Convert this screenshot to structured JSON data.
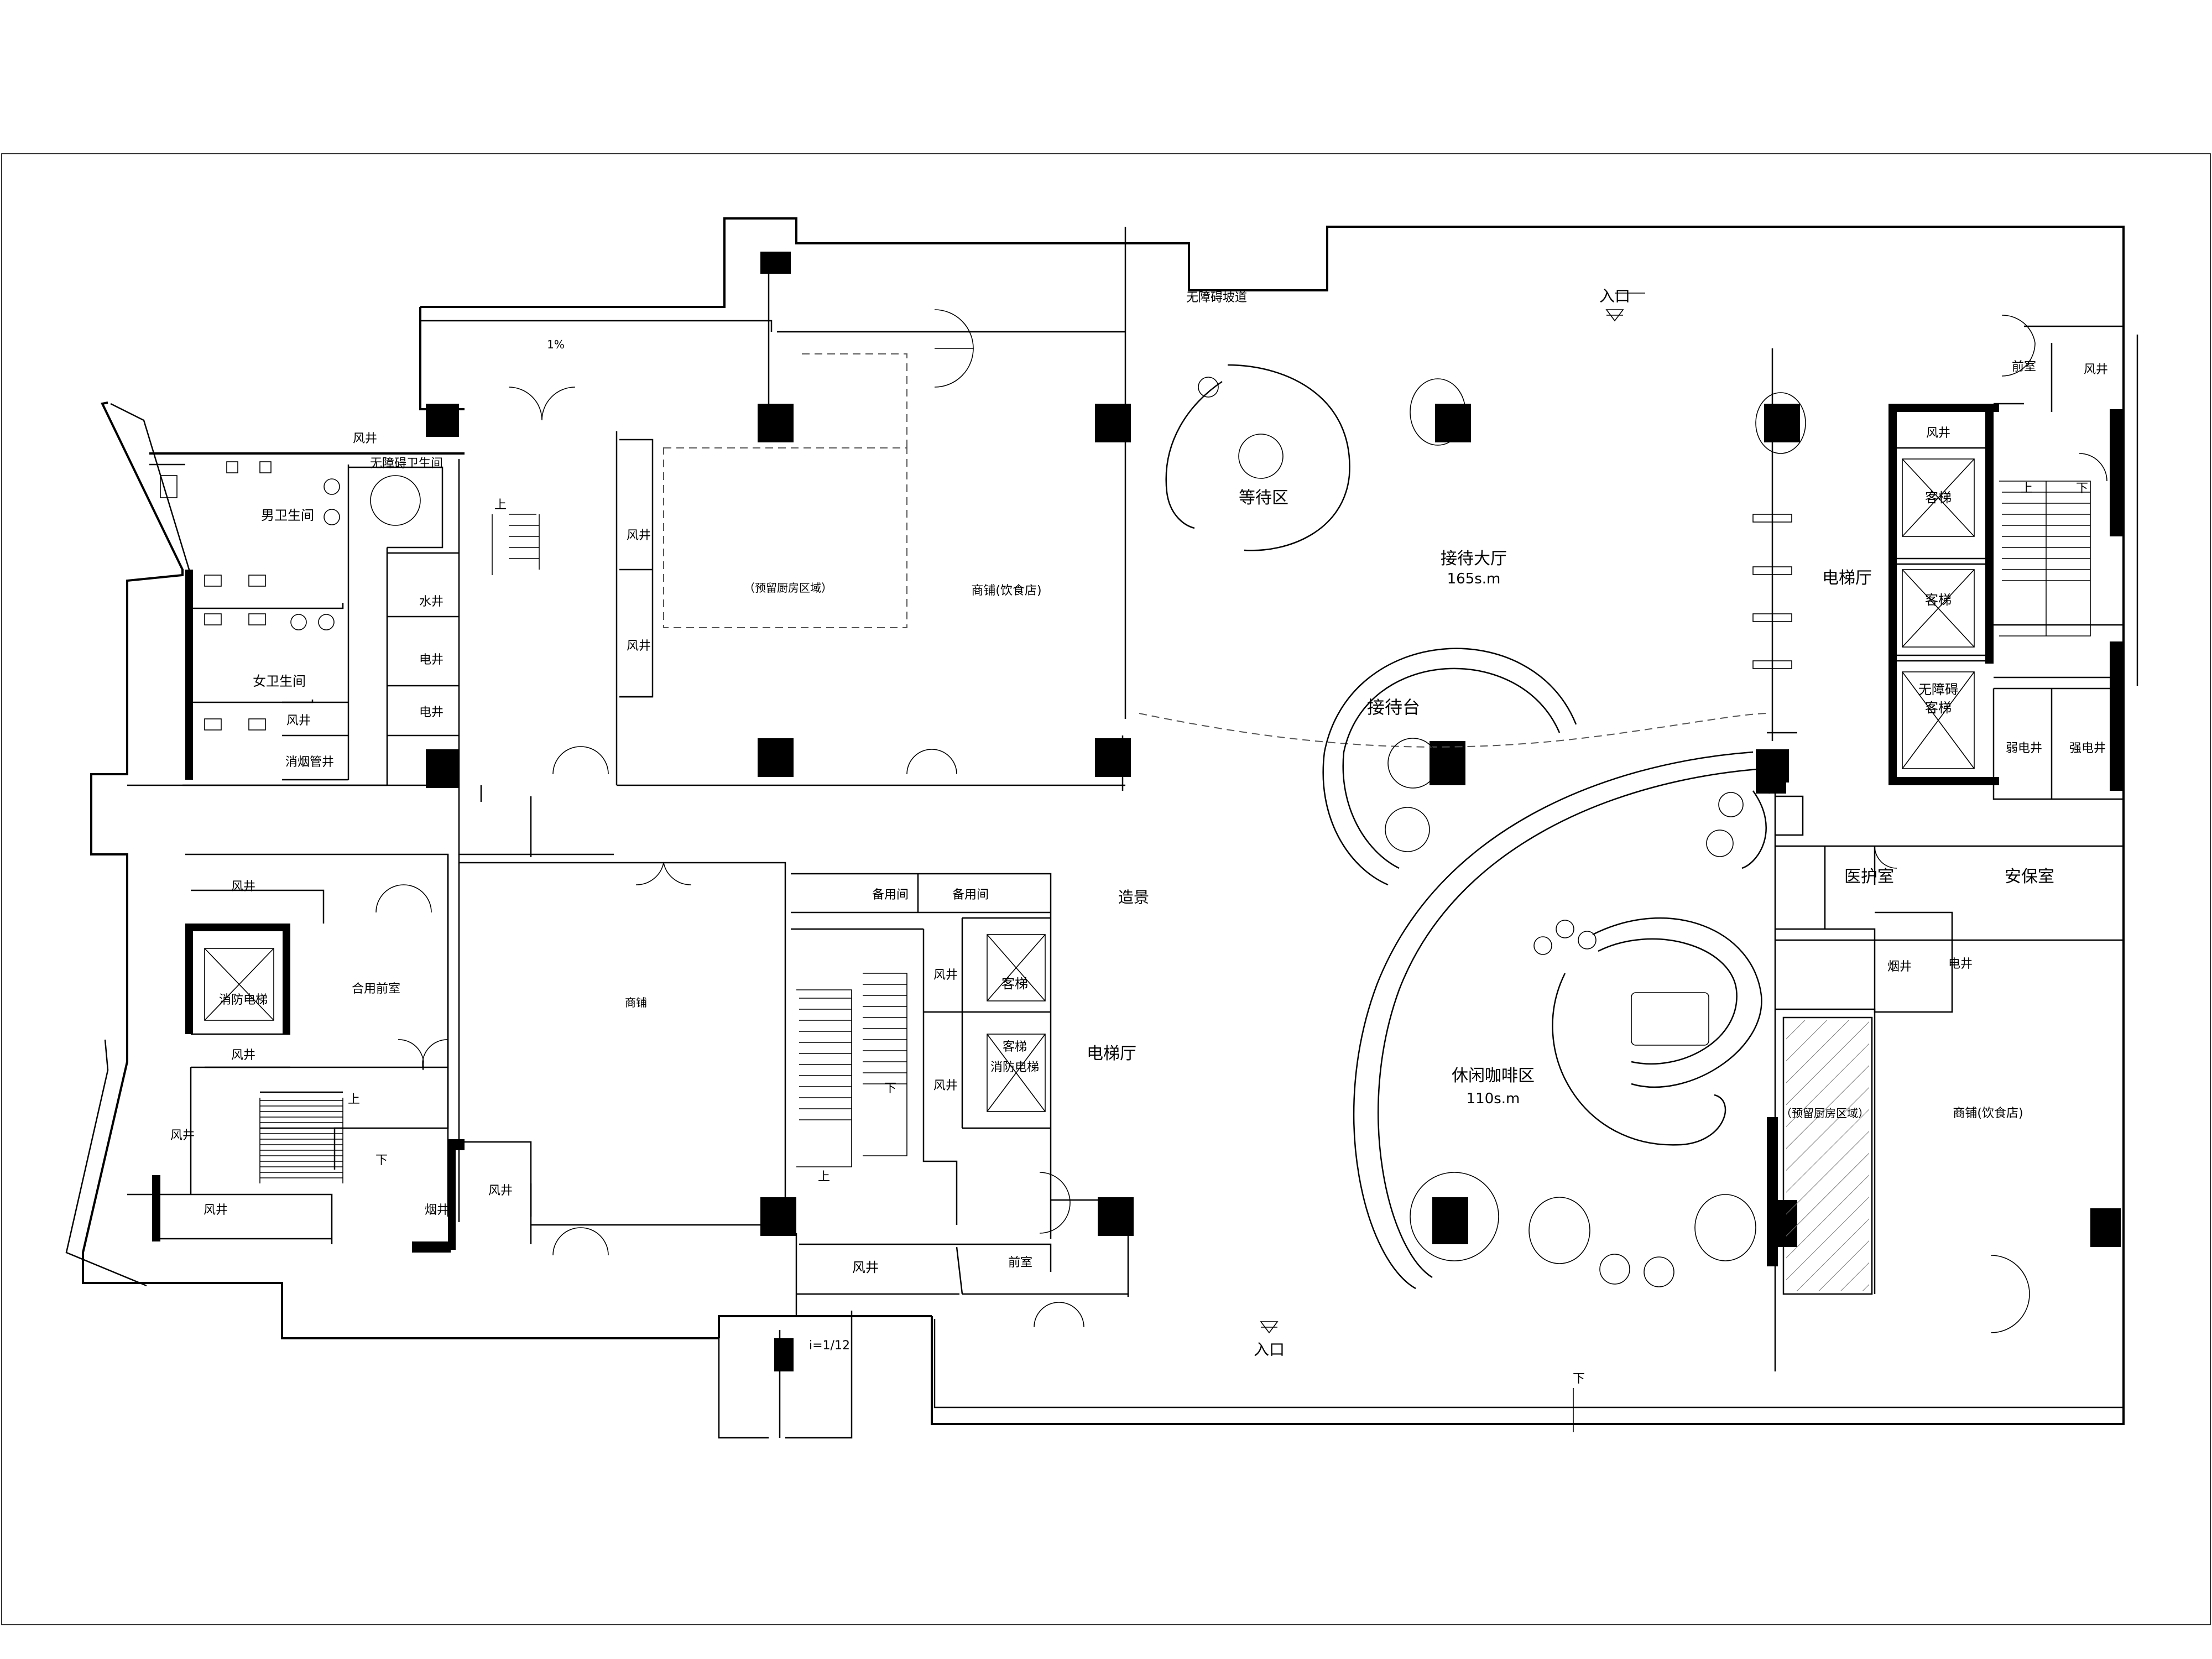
{
  "rooms": {
    "mens_restroom": "男卫生间",
    "womens_restroom": "女卫生间",
    "accessible_restroom": "无障碍卫生间",
    "shaft_nw": "风井",
    "water_shaft": "水井",
    "elec_shaft_1": "电井",
    "elec_shaft_2": "电井",
    "shaft_restroom": "风井",
    "smoke_shaft_fire": "消烟管井",
    "shaft_left_1": "风井",
    "shaft_left_2": "风井",
    "shaft_left_3": "风井",
    "shaft_left_4": "风井",
    "fire_elevator": "消防电梯",
    "shared_lobby": "合用前室",
    "smoke_shaft_sw": "烟井",
    "shaft_sw": "风井",
    "shop_center": "商铺",
    "reserved_kitchen_top": "（预留厨房区域）",
    "shop_food_top": "商铺(饮食店)",
    "shaft_mid_1": "风井",
    "shaft_mid_2": "风井",
    "spare_room_1": "备用间",
    "spare_room_2": "备用间",
    "shaft_core_1": "风井",
    "shaft_core_2": "风井",
    "passenger_lift_core": "客梯",
    "passenger_fire_lift_1": "客梯",
    "passenger_fire_lift_2": "消防电梯",
    "elevator_hall_center": "电梯厅",
    "front_room_bottom": "前室",
    "shaft_bottom": "风井",
    "landscape": "造景",
    "waiting_area": "等待区",
    "reception_hall": "接待大厅",
    "reception_hall_area": "165s.m",
    "reception_desk": "接待台",
    "cafe_area": "休闲咖啡区",
    "cafe_area_size": "110s.m",
    "elevator_hall_right": "电梯厅",
    "shaft_right_top": "风井",
    "front_room_right": "前室",
    "lift_r1": "客梯",
    "lift_r2": "客梯",
    "lift_r3a": "无障碍",
    "lift_r3b": "客梯",
    "weak_elec_shaft": "弱电井",
    "strong_elec_shaft": "强电井",
    "medical_room": "医护室",
    "security_room": "安保室",
    "smoke_shaft_r": "烟井",
    "elec_shaft_r": "电井",
    "reserved_kitchen_bottom": "（预留厨房区域）",
    "shop_food_bottom": "商铺(饮食店)"
  },
  "annotations": {
    "slope_percent": "1%",
    "accessible_ramp": "无障碍坡道",
    "entrance_top": "入口",
    "entrance_bottom": "入口",
    "ramp_ratio": "i=1/12",
    "up_1": "上",
    "up_2": "上",
    "up_3": "上",
    "up_4": "上",
    "down_1": "下",
    "down_2": "下",
    "down_3": "下",
    "down_4": "下"
  }
}
